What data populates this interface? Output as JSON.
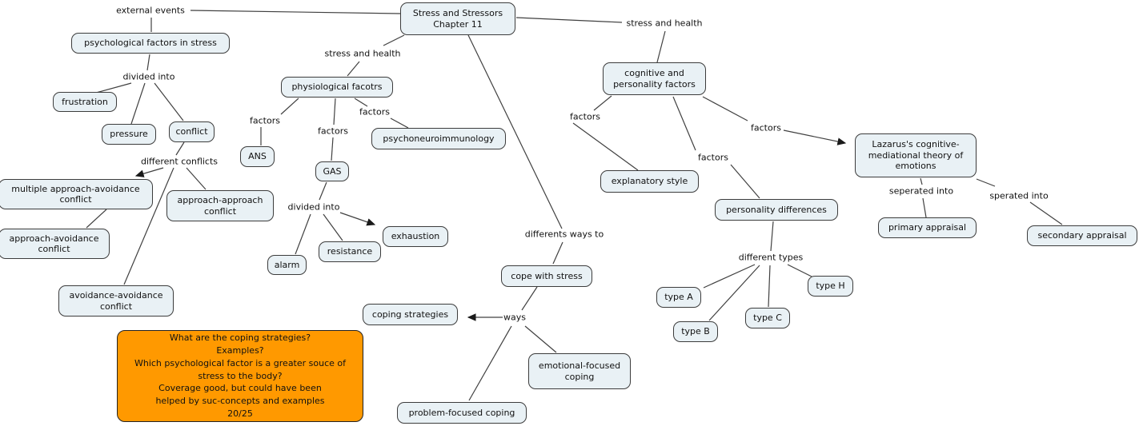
{
  "title_node": {
    "label": "Stress and Stressors\nChapter 11"
  },
  "concepts": {
    "psychological_factors": "psychological factors in stress",
    "frustration": "frustration",
    "pressure": "pressure",
    "conflict": "conflict",
    "physiological_factors": "physiological facotrs",
    "ans": "ANS",
    "gas": "GAS",
    "psychoneuroimmunology": "psychoneuroimmunology",
    "multiple_approach_avoidance": "multiple approach-avoidance conflict",
    "approach_approach": "approach-approach conflict",
    "approach_avoidance": "approach-avoidance conflict",
    "avoidance_avoidance": "avoidance-avoidance conflict",
    "alarm": "alarm",
    "resistance": "resistance",
    "exhaustion": "exhaustion",
    "cognitive_personality": "cognitive and personality factors",
    "explanatory_style": "explanatory style",
    "personality_differences": "personality differences",
    "lazarus": "Lazarus's cognitive-mediational theory of emotions",
    "primary_appraisal": "primary appraisal",
    "secondary_appraisal": "secondary appraisal",
    "type_a": "type A",
    "type_b": "type B",
    "type_c": "type C",
    "type_h": "type H",
    "cope_with_stress": "cope with stress",
    "coping_strategies": "coping strategies",
    "emotional_focused": "emotional-focused\ncoping",
    "problem_focused": "problem-focused coping"
  },
  "link_labels": {
    "external_events": "external events",
    "stress_health_left": "stress and health",
    "stress_health_right": "stress and health",
    "divided_into_psych": "divided into",
    "factors_ans": "factors",
    "factors_gas": "factors",
    "factors_pni": "factors",
    "different_conflicts": "different conflicts",
    "divided_into_gas": "divided into",
    "factors_explanatory": "factors",
    "factors_personality": "factors",
    "factors_lazarus": "factors",
    "seperated_into": "seperated into",
    "sperated_into": "sperated into",
    "different_types": "different types",
    "differents_ways_to": "differents ways to",
    "ways": "ways"
  },
  "feedback_note": {
    "text": "What are the coping strategies?\nExamples?\nWhich psychological factor is a greater souce of\nstress to the body?\nCoverage good, but could have been\nhelped by suc-concepts and examples\n20/25",
    "score": "20/25"
  },
  "relations": [
    {
      "from": "Stress and Stressors Chapter 11",
      "label": "external events",
      "to": [
        "psychological factors in stress"
      ]
    },
    {
      "from": "psychological factors in stress",
      "label": "divided into",
      "to": [
        "frustration",
        "pressure",
        "conflict"
      ]
    },
    {
      "from": "Stress and Stressors Chapter 11",
      "label": "stress and health",
      "to": [
        "physiological facotrs"
      ]
    },
    {
      "from": "physiological facotrs",
      "label": "factors",
      "to": [
        "ANS",
        "GAS",
        "psychoneuroimmunology"
      ]
    },
    {
      "from": "GAS",
      "label": "divided into",
      "to": [
        "alarm",
        "resistance",
        "exhaustion"
      ]
    },
    {
      "from": "conflict",
      "label": "different conflicts",
      "to": [
        "multiple approach-avoidance conflict",
        "approach-approach conflict",
        "avoidance-avoidance conflict"
      ]
    },
    {
      "from": "multiple approach-avoidance conflict",
      "label": "",
      "to": [
        "approach-avoidance conflict"
      ]
    },
    {
      "from": "Stress and Stressors Chapter 11",
      "label": "stress and health",
      "to": [
        "cognitive and personality factors"
      ]
    },
    {
      "from": "cognitive and personality factors",
      "label": "factors",
      "to": [
        "explanatory style",
        "personality differences",
        "Lazarus's cognitive-mediational theory of emotions"
      ]
    },
    {
      "from": "personality differences",
      "label": "different types",
      "to": [
        "type A",
        "type B",
        "type C",
        "type H"
      ]
    },
    {
      "from": "Lazarus's cognitive-mediational theory of emotions",
      "label": "seperated into",
      "to": [
        "primary appraisal"
      ]
    },
    {
      "from": "Lazarus's cognitive-mediational theory of emotions",
      "label": "sperated into",
      "to": [
        "secondary appraisal"
      ]
    },
    {
      "from": "Stress and Stressors Chapter 11",
      "label": "differents ways to",
      "to": [
        "cope with stress"
      ]
    },
    {
      "from": "cope with stress",
      "label": "ways",
      "to": [
        "coping strategies",
        "emotional-focused coping",
        "problem-focused coping"
      ]
    }
  ],
  "colors": {
    "node_fill": "#e9f1f5",
    "node_border": "#3c3c3c",
    "line": "#404040",
    "note_fill": "#ff9900",
    "background": "#ffffff"
  }
}
